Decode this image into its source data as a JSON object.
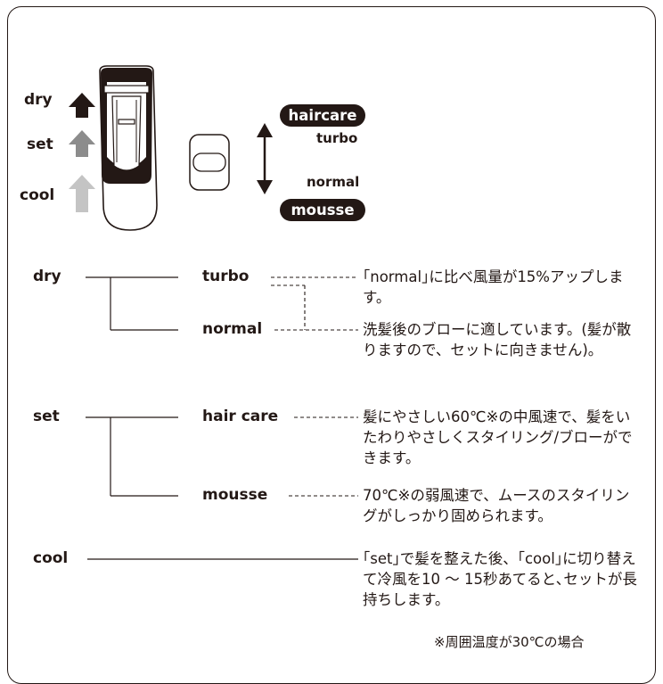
{
  "device_panel": {
    "modes": [
      {
        "label": "dry",
        "color": "#231815"
      },
      {
        "label": "set",
        "color": "#8c8c8c"
      },
      {
        "label": "cool",
        "color": "#c4c4c4"
      }
    ],
    "speed_labels": {
      "haircare": "haircare",
      "turbo": "turbo",
      "normal": "normal",
      "mousse": "mousse"
    }
  },
  "modes_table": {
    "dry": {
      "label": "dry",
      "options": [
        {
          "label": "turbo",
          "desc": "｢normal｣に比べ風量が15%アップします。"
        },
        {
          "label": "normal",
          "desc": "洗髪後のブローに適しています。(髪が散りますので、セットに向きません)。"
        }
      ]
    },
    "set": {
      "label": "set",
      "options": [
        {
          "label": "hair care",
          "desc": "髪にやさしい60℃※の中風速で、髪をいたわりやさしくスタイリング/ブローができます。"
        },
        {
          "label": "mousse",
          "desc": "70℃※の弱風速で、ムースのスタイリングがしっかり固められます。"
        }
      ]
    },
    "cool": {
      "label": "cool",
      "desc": "｢set｣で髪を整えた後、｢cool｣に切り替えて冷風を10 ～ 15秒あてると､セットが長持ちします。"
    }
  },
  "footnote": "※周囲温度が30℃の場合",
  "colors": {
    "ink": "#231815",
    "gray": "#8c8c8c",
    "light_gray": "#c4c4c4"
  }
}
